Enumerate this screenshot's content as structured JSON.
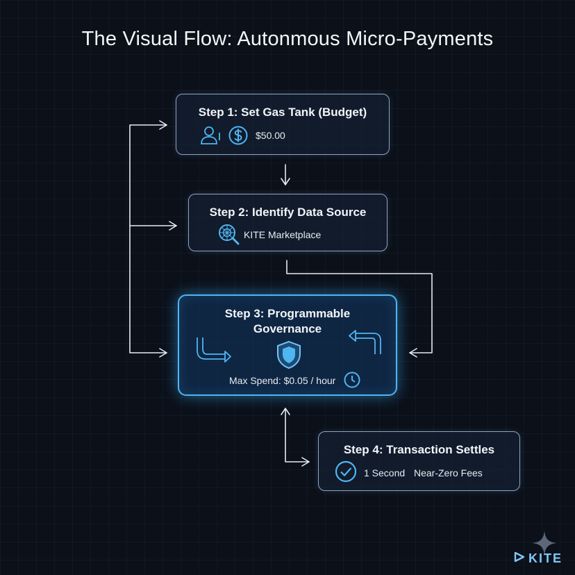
{
  "title": "The Visual Flow: Autonmous Micro-Payments",
  "steps": [
    {
      "label": "Step 1: Set Gas Tank (Budget)",
      "value": "$50.00",
      "icons": [
        "user-icon",
        "dollar-icon"
      ]
    },
    {
      "label": "Step 2: Identify Data Source",
      "value": "KITE Marketplace",
      "icons": [
        "marketplace-search-icon"
      ]
    },
    {
      "label_line1": "Step 3: Programmable",
      "label_line2": "Governance",
      "value": "Max Spend: $0.05 / hour",
      "icons": [
        "shield-icon",
        "clock-icon",
        "turn-right-arrow-icon",
        "return-arrow-icon"
      ]
    },
    {
      "label": "Step 4: Transaction Settles",
      "value1": "1 Second",
      "value2": "Near-Zero Fees",
      "icons": [
        "checkmark-icon"
      ]
    }
  ],
  "logo": "KITE",
  "colors": {
    "accent": "#4fb6f5",
    "background": "#0b1019",
    "connector": "#e8edf2"
  }
}
